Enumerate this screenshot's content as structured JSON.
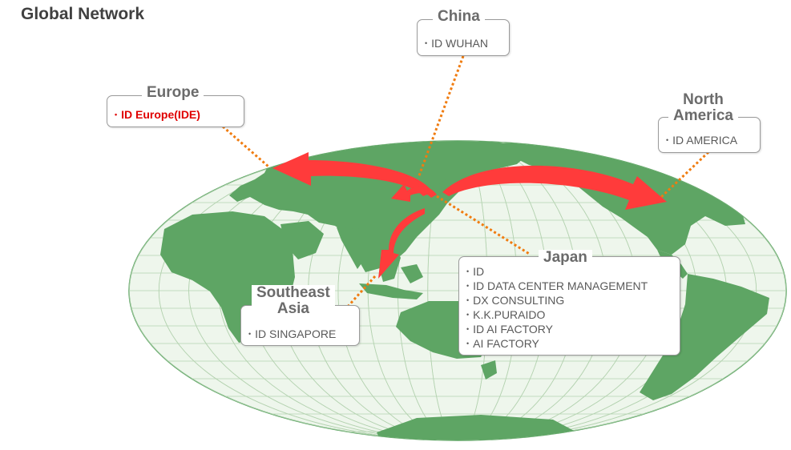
{
  "page": {
    "title": "Global Network"
  },
  "colors": {
    "ocean": "#eef6ec",
    "land": "#5ea564",
    "grid": "#b5d3b1",
    "arrow": "#ff3b3b",
    "connector": "#f07c10",
    "highlight": "#e00000"
  },
  "bullet_glyph": "•",
  "regions": {
    "china": {
      "title": "China",
      "items": [
        {
          "text": "ID WUHAN"
        }
      ]
    },
    "europe": {
      "title": "Europe",
      "items": [
        {
          "text": "ID Europe(IDE)",
          "highlight": true
        }
      ]
    },
    "north_america": {
      "title_line1": "North",
      "title_line2": "America",
      "items": [
        {
          "text": "ID AMERICA"
        }
      ]
    },
    "southeast_asia": {
      "title_line1": "Southeast",
      "title_line2": "Asia",
      "items": [
        {
          "text": "ID SINGAPORE"
        }
      ]
    },
    "japan": {
      "title": "Japan",
      "items": [
        {
          "text": "ID"
        },
        {
          "text": "ID DATA CENTER MANAGEMENT"
        },
        {
          "text": "DX CONSULTING"
        },
        {
          "text": "K.K.PURAIDO"
        },
        {
          "text": "ID AI FACTORY"
        },
        {
          "text": "AI FACTORY"
        }
      ]
    }
  }
}
